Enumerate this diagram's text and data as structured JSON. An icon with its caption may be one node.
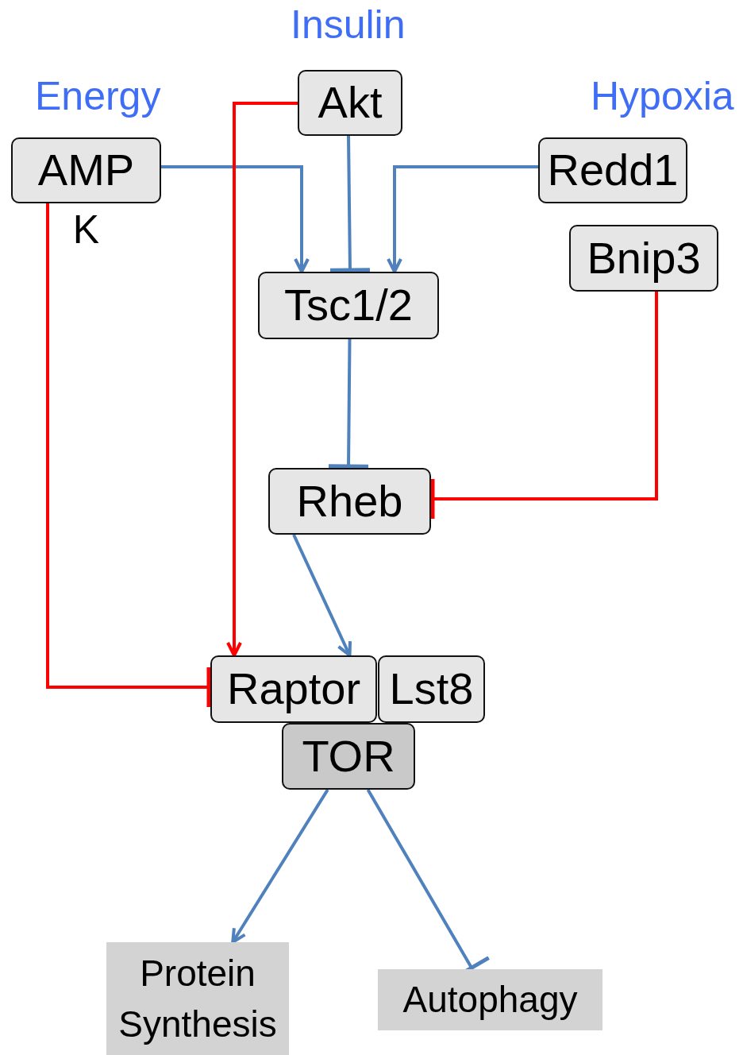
{
  "diagram": {
    "nodes": [
      {
        "text": [
          "Akt"
        ]
      },
      {
        "text": [
          "AMP",
          "K"
        ]
      },
      {
        "text": [
          "Redd1"
        ]
      },
      {
        "text": [
          "Bnip3"
        ]
      },
      {
        "text": [
          "Tsc1/2"
        ]
      },
      {
        "text": [
          "Rheb"
        ]
      },
      {
        "text": [
          "Raptor"
        ]
      },
      {
        "text": [
          "Lst8"
        ]
      },
      {
        "text": [
          "TOR"
        ]
      },
      {
        "text": [
          "Protein Synthesis"
        ]
      },
      {
        "text": [
          "Autophagy"
        ]
      }
    ],
    "edges": [
      {
        "from": 1,
        "to": 4,
        "arrow": "to"
      },
      {
        "from": 0,
        "to": 4,
        "arrow": "other"
      },
      {
        "from": 2,
        "to": 4,
        "arrow": "to"
      },
      {
        "from": 0,
        "to": 6,
        "arrow": "to",
        "color": "#ff0000"
      },
      {
        "from": 1,
        "to": 6,
        "arrow": "other",
        "color": "#ff0000"
      },
      {
        "from": 4,
        "to": 5,
        "arrow": "other"
      },
      {
        "from": 3,
        "to": 5,
        "arrow": "other",
        "color": "#ff0000"
      },
      {
        "from": 5,
        "to": 6,
        "arrow": "to"
      },
      {
        "from": 8,
        "to": 9,
        "arrow": "to"
      },
      {
        "from": 8,
        "to": 10,
        "arrow": "other"
      }
    ],
    "labels": [
      "Insulin",
      "Energy",
      "Hypoxia"
    ]
  }
}
